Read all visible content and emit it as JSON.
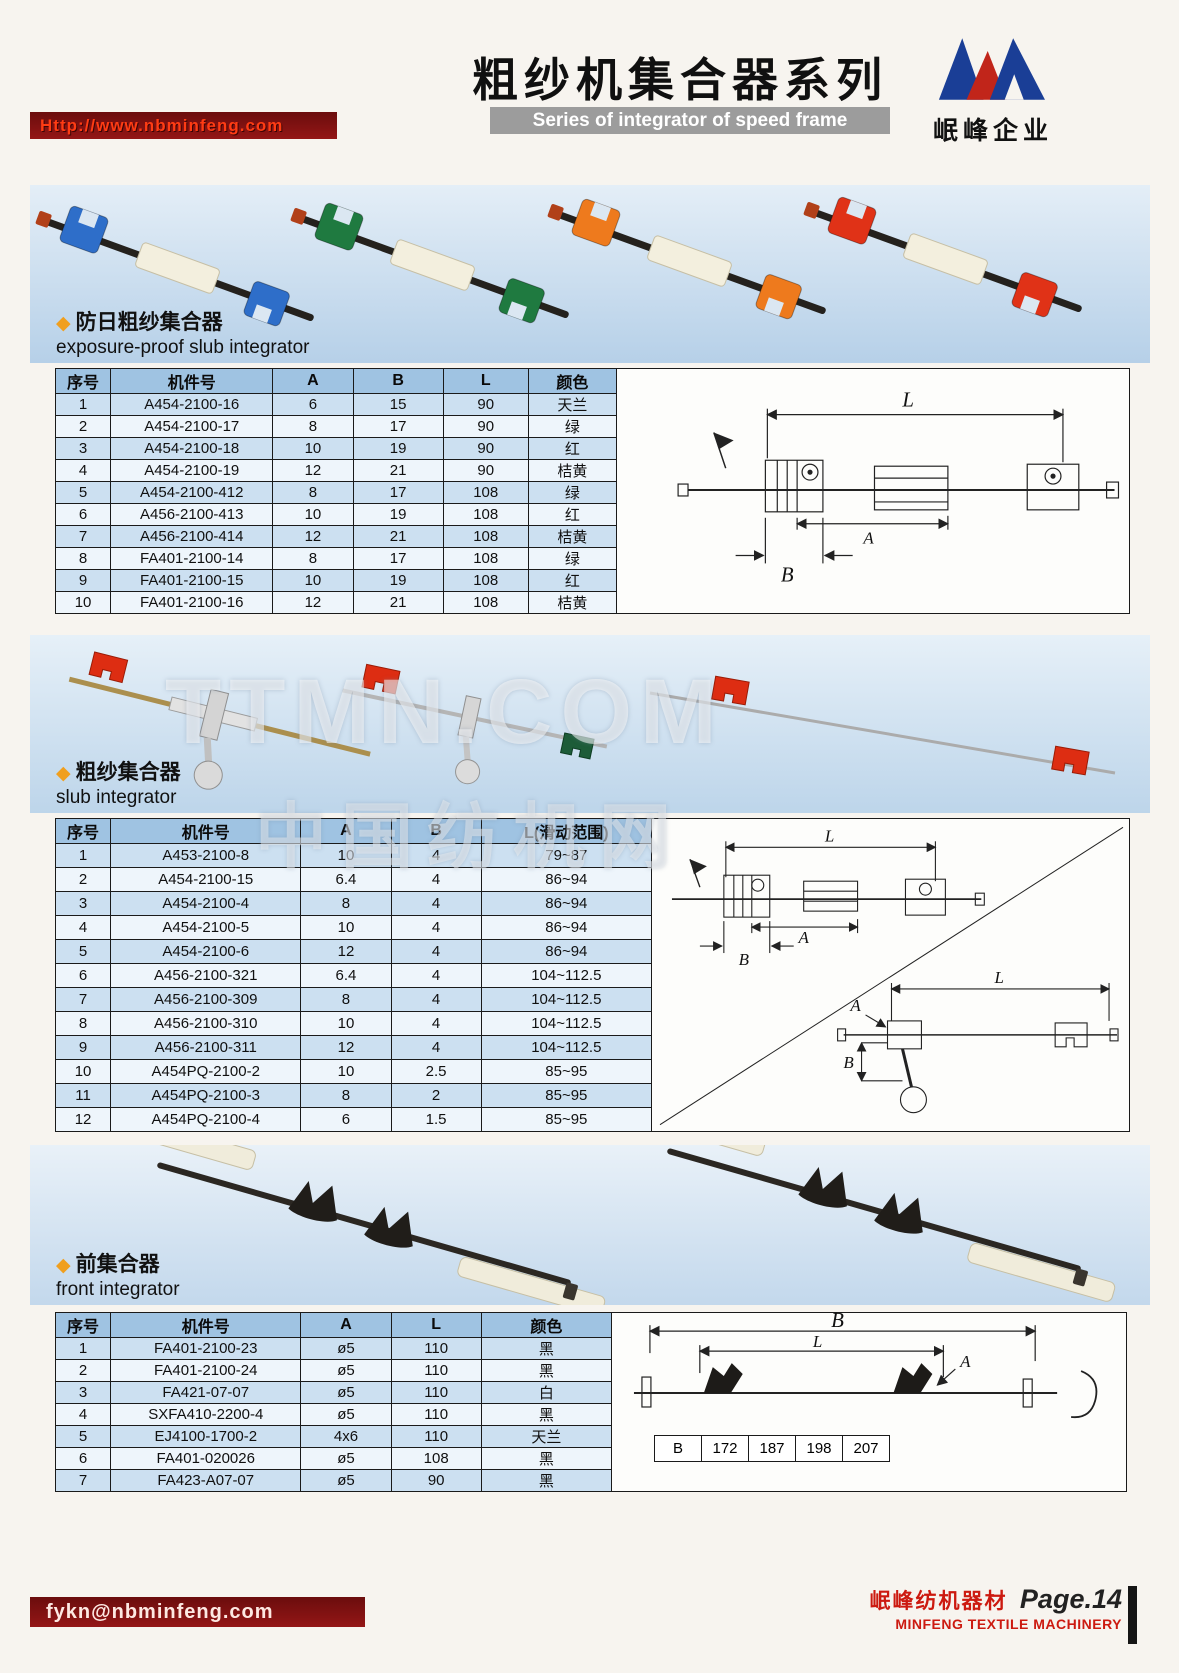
{
  "header": {
    "url": "Http://www.nbminfeng.com",
    "title": "粗纱机集合器系列",
    "subtitle": "Series of integrator of speed frame",
    "logo_text": "岷峰企业"
  },
  "icons": {
    "diamond": "◆"
  },
  "watermark": {
    "line1": "TTMN.COM",
    "line2": "中国纺机网"
  },
  "sections": [
    {
      "name_cn": "防日粗纱集合器",
      "name_en": "exposure-proof slub integrator",
      "table": {
        "headers": [
          "序号",
          "机件号",
          "A",
          "B",
          "L",
          "颜色"
        ],
        "rows": [
          [
            "1",
            "A454-2100-16",
            "6",
            "15",
            "90",
            "天兰"
          ],
          [
            "2",
            "A454-2100-17",
            "8",
            "17",
            "90",
            "绿"
          ],
          [
            "3",
            "A454-2100-18",
            "10",
            "19",
            "90",
            "红"
          ],
          [
            "4",
            "A454-2100-19",
            "12",
            "21",
            "90",
            "桔黄"
          ],
          [
            "5",
            "A454-2100-412",
            "8",
            "17",
            "108",
            "绿"
          ],
          [
            "6",
            "A456-2100-413",
            "10",
            "19",
            "108",
            "红"
          ],
          [
            "7",
            "A456-2100-414",
            "12",
            "21",
            "108",
            "桔黄"
          ],
          [
            "8",
            "FA401-2100-14",
            "8",
            "17",
            "108",
            "绿"
          ],
          [
            "9",
            "FA401-2100-15",
            "10",
            "19",
            "108",
            "红"
          ],
          [
            "10",
            "FA401-2100-16",
            "12",
            "21",
            "108",
            "桔黄"
          ]
        ]
      },
      "diagram": {
        "l": "L",
        "a": "A",
        "b": "B"
      }
    },
    {
      "name_cn": "粗纱集合器",
      "name_en": "slub integrator",
      "table": {
        "headers": [
          "序号",
          "机件号",
          "A",
          "B",
          "L(滑动范围)"
        ],
        "rows": [
          [
            "1",
            "A453-2100-8",
            "10",
            "4",
            "79~87"
          ],
          [
            "2",
            "A454-2100-15",
            "6.4",
            "4",
            "86~94"
          ],
          [
            "3",
            "A454-2100-4",
            "8",
            "4",
            "86~94"
          ],
          [
            "4",
            "A454-2100-5",
            "10",
            "4",
            "86~94"
          ],
          [
            "5",
            "A454-2100-6",
            "12",
            "4",
            "86~94"
          ],
          [
            "6",
            "A456-2100-321",
            "6.4",
            "4",
            "104~112.5"
          ],
          [
            "7",
            "A456-2100-309",
            "8",
            "4",
            "104~112.5"
          ],
          [
            "8",
            "A456-2100-310",
            "10",
            "4",
            "104~112.5"
          ],
          [
            "9",
            "A456-2100-311",
            "12",
            "4",
            "104~112.5"
          ],
          [
            "10",
            "A454PQ-2100-2",
            "10",
            "2.5",
            "85~95"
          ],
          [
            "11",
            "A454PQ-2100-3",
            "8",
            "2",
            "85~95"
          ],
          [
            "12",
            "A454PQ-2100-4",
            "6",
            "1.5",
            "85~95"
          ]
        ]
      },
      "diagram": {
        "l1": "L",
        "a1": "A",
        "b1": "B",
        "l2": "L",
        "a2": "A",
        "b2": "B"
      }
    },
    {
      "name_cn": "前集合器",
      "name_en": "front integrator",
      "table": {
        "headers": [
          "序号",
          "机件号",
          "A",
          "L",
          "颜色"
        ],
        "rows": [
          [
            "1",
            "FA401-2100-23",
            "ø5",
            "110",
            "黑"
          ],
          [
            "2",
            "FA401-2100-24",
            "ø5",
            "110",
            "黑"
          ],
          [
            "3",
            "FA421-07-07",
            "ø5",
            "110",
            "白"
          ],
          [
            "4",
            "SXFA410-2200-4",
            "ø5",
            "110",
            "黑"
          ],
          [
            "5",
            "EJ4100-1700-2",
            "4x6",
            "110",
            "天兰"
          ],
          [
            "6",
            "FA401-020026",
            "ø5",
            "108",
            "黑"
          ],
          [
            "7",
            "FA423-A07-07",
            "ø5",
            "90",
            "黑"
          ]
        ]
      },
      "diagram": {
        "b": "B",
        "l": "L",
        "a": "A"
      },
      "b_table": [
        "B",
        "172",
        "187",
        "198",
        "207"
      ]
    }
  ],
  "footer": {
    "email": "fykn@nbminfeng.com",
    "company_cn": "岷峰纺机器材",
    "page": "Page.14",
    "company_en": "MINFENG TEXTILE MACHINERY"
  },
  "colors": {
    "accent_orange": "#f09f1e",
    "banner_red": "#7a0f0f",
    "table_header_blue": "#9fc3e2",
    "row_blue": "#cce0f1",
    "clip_blue": "#2e6ec9",
    "clip_green": "#1f7a40",
    "clip_orange": "#ee7a1d",
    "clip_red": "#e03217"
  }
}
